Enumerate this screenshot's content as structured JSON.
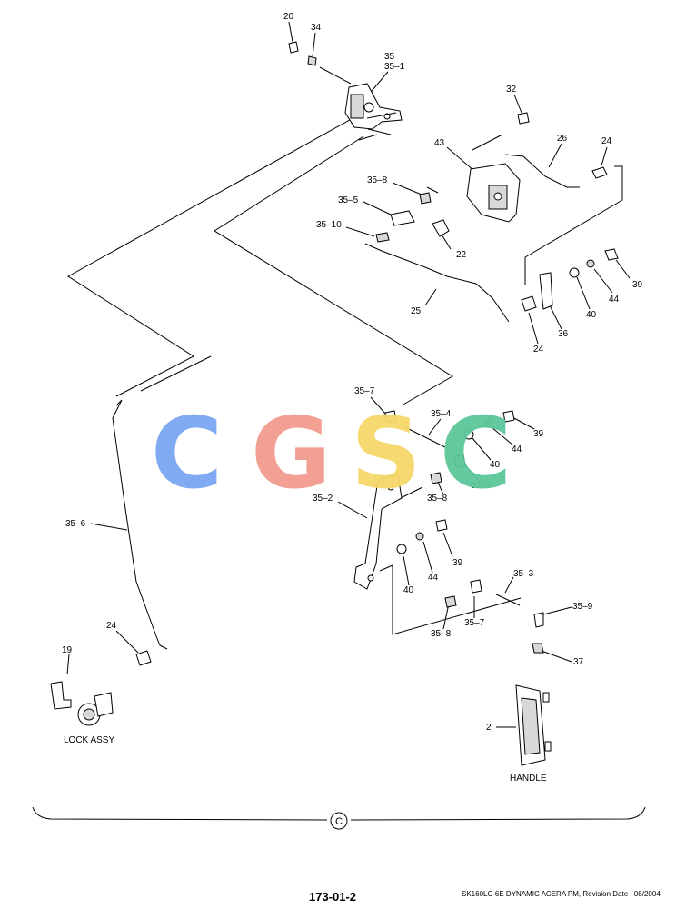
{
  "watermark": {
    "letters": [
      "C",
      "G",
      "S",
      "C"
    ],
    "colors": [
      "#7aa7f2",
      "#f29a8f",
      "#f7d86a",
      "#5cc79a"
    ]
  },
  "labels": [
    {
      "id": "20",
      "text": "20"
    },
    {
      "id": "34",
      "text": "34"
    },
    {
      "id": "35",
      "text": "35"
    },
    {
      "id": "35-1",
      "text": "35–1"
    },
    {
      "id": "32",
      "text": "32"
    },
    {
      "id": "43",
      "text": "43"
    },
    {
      "id": "26",
      "text": "26"
    },
    {
      "id": "24a",
      "text": "24"
    },
    {
      "id": "35-8a",
      "text": "35–8"
    },
    {
      "id": "35-5",
      "text": "35–5"
    },
    {
      "id": "35-10",
      "text": "35–10"
    },
    {
      "id": "22",
      "text": "22"
    },
    {
      "id": "39a",
      "text": "39"
    },
    {
      "id": "44a",
      "text": "44"
    },
    {
      "id": "40a",
      "text": "40"
    },
    {
      "id": "25",
      "text": "25"
    },
    {
      "id": "36",
      "text": "36"
    },
    {
      "id": "24b",
      "text": "24"
    },
    {
      "id": "35-7a",
      "text": "35–7"
    },
    {
      "id": "35-4",
      "text": "35–4"
    },
    {
      "id": "39b",
      "text": "39"
    },
    {
      "id": "44b",
      "text": "44"
    },
    {
      "id": "40b",
      "text": "40"
    },
    {
      "id": "35-7b",
      "text": "35–7"
    },
    {
      "id": "35-8b",
      "text": "35–8"
    },
    {
      "id": "35-2",
      "text": "35–2"
    },
    {
      "id": "39c",
      "text": "39"
    },
    {
      "id": "44c",
      "text": "44"
    },
    {
      "id": "40c",
      "text": "40"
    },
    {
      "id": "35-6",
      "text": "35–6"
    },
    {
      "id": "35-3",
      "text": "35–3"
    },
    {
      "id": "35-9",
      "text": "35–9"
    },
    {
      "id": "35-7c",
      "text": "35–7"
    },
    {
      "id": "35-8c",
      "text": "35–8"
    },
    {
      "id": "37",
      "text": "37"
    },
    {
      "id": "24c",
      "text": "24"
    },
    {
      "id": "19",
      "text": "19"
    },
    {
      "id": "2",
      "text": "2"
    }
  ],
  "captions": {
    "lock_assy": "LOCK ASSY",
    "handle": "HANDLE"
  },
  "bracket_marker": "C",
  "page_number": "173-01-2",
  "footer_text": "SK160LC-6E DYNAMIC ACERA PM, Revision Date : 08/2004"
}
